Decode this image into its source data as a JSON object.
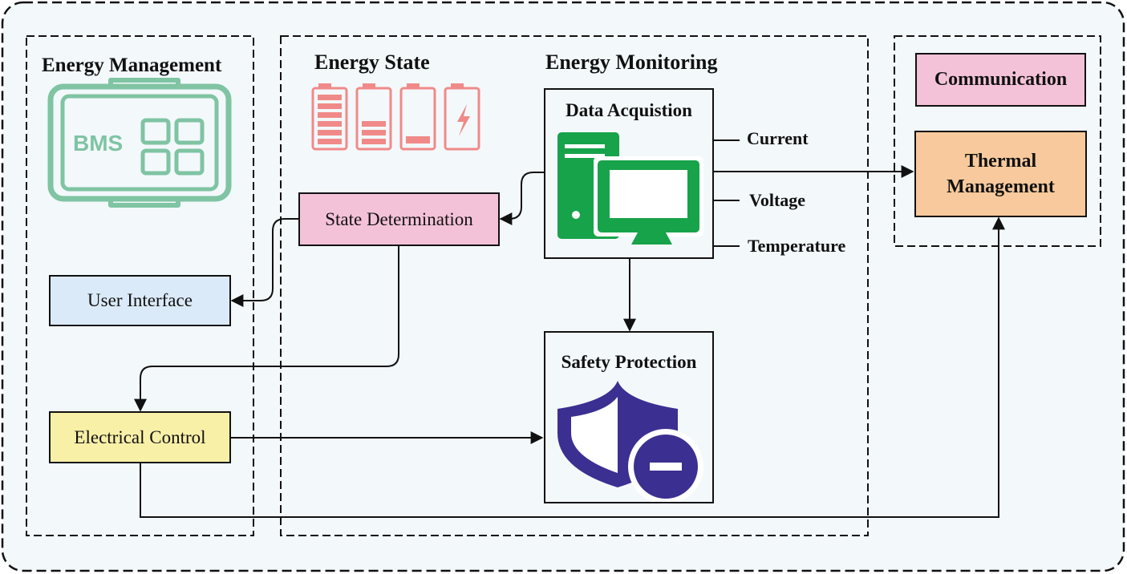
{
  "groups": {
    "energy_management": {
      "title": "Energy Management",
      "bms_text": "BMS"
    },
    "energy_state": {
      "title": "Energy State"
    },
    "energy_monitoring": {
      "title": "Energy Monitoring"
    }
  },
  "nodes": {
    "data_acquisition": "Data Acquistion",
    "state_determination": "State Determination",
    "user_interface": "User Interface",
    "electrical_control": "Electrical Control",
    "safety_protection": "Safety Protection",
    "communication": "Communication",
    "thermal_management": "Thermal Management"
  },
  "signals": [
    "Current",
    "Voltage",
    "Temperature"
  ],
  "colors": {
    "background": "#f3f8fb",
    "state_determination_fill": "#f4c2d8",
    "user_interface_fill": "#dbeaf8",
    "electrical_control_fill": "#f9f0a8",
    "communication_fill": "#f4c2d8",
    "thermal_management_fill": "#f8c99c",
    "bms_icon": "#7fc4a3",
    "battery_icon": "#f08a88",
    "computer_icon": "#17a34a",
    "shield_icon": "#3b2f91"
  },
  "icons": [
    "bms-icon",
    "battery-level-icons",
    "computer-icon",
    "shield-minus-icon"
  ]
}
